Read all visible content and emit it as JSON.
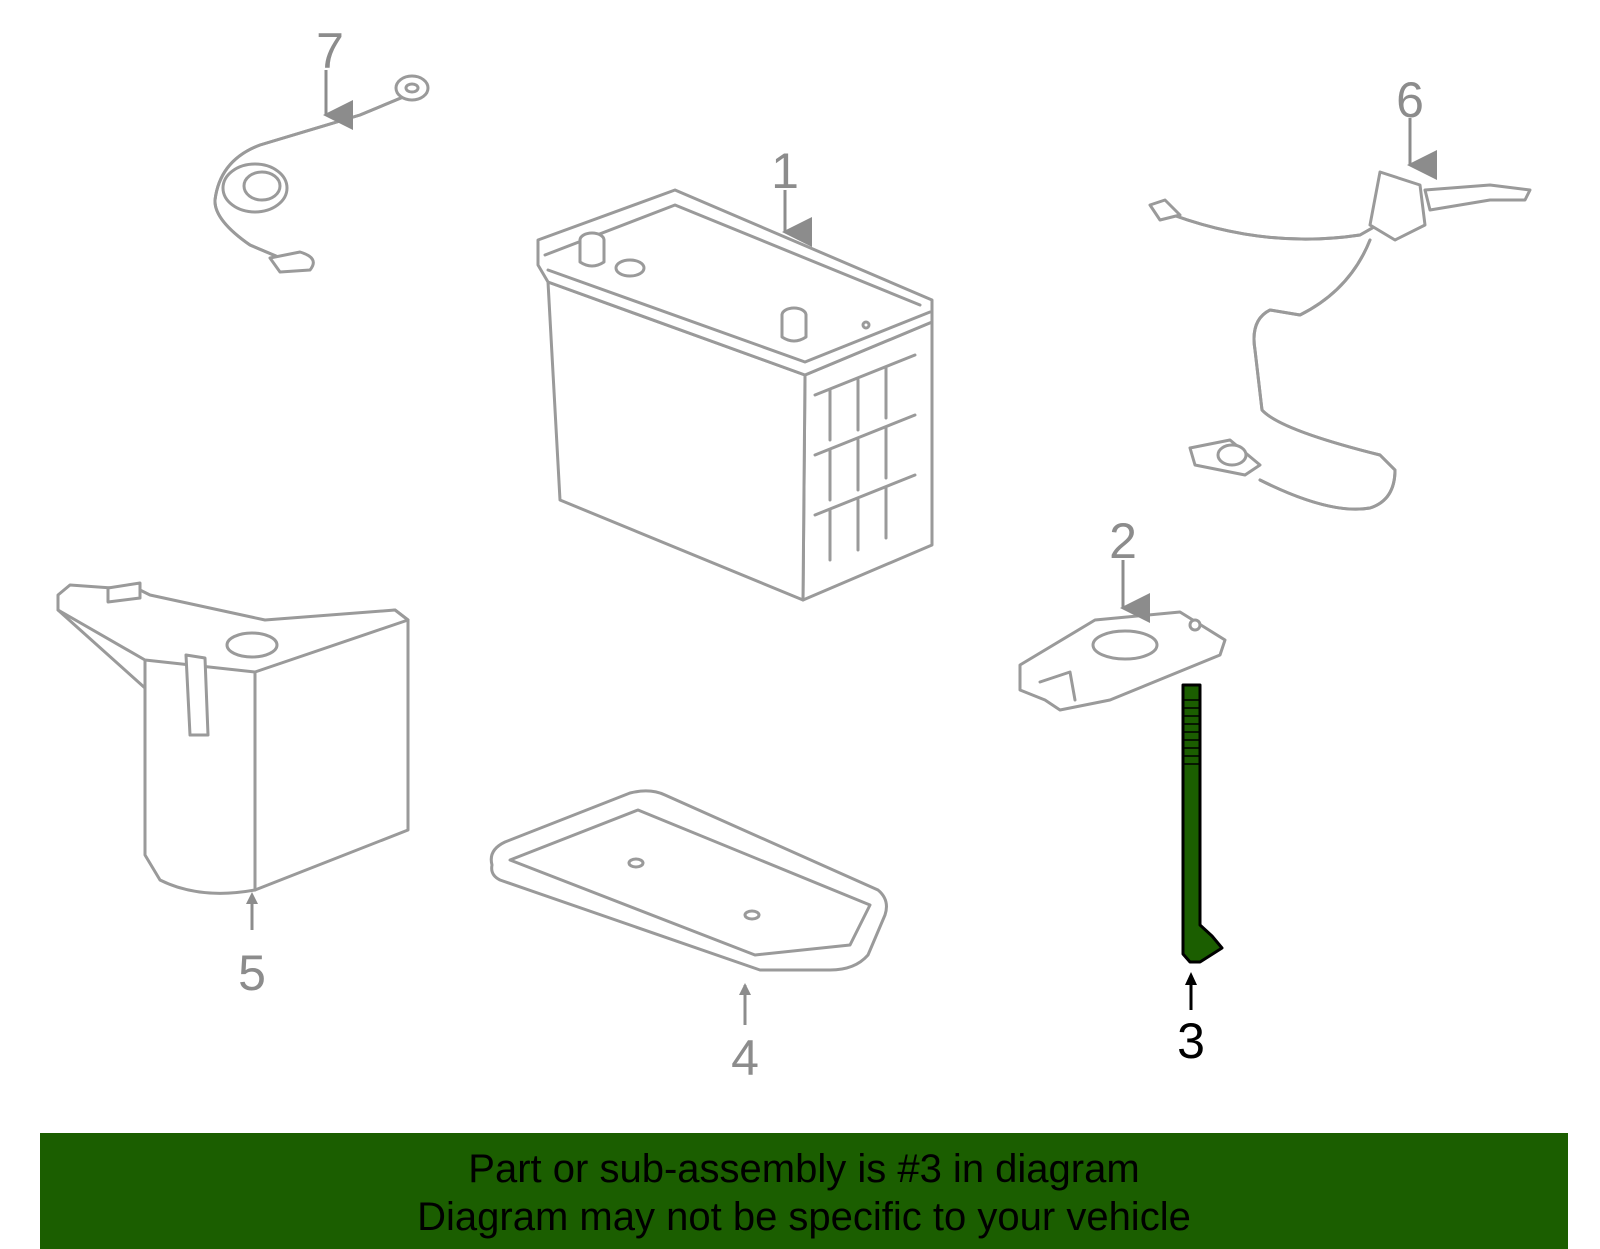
{
  "callouts": {
    "c1": "1",
    "c2": "2",
    "c3": "3",
    "c4": "4",
    "c5": "5",
    "c6": "6",
    "c7": "7"
  },
  "highlight": {
    "part_number": "3",
    "color": "#1b5e00",
    "outline": "#000000"
  },
  "banner": {
    "line1": "Part or sub-assembly is #3 in diagram",
    "line2": "Diagram may not be specific to your vehicle",
    "background": "#1b5e00"
  }
}
